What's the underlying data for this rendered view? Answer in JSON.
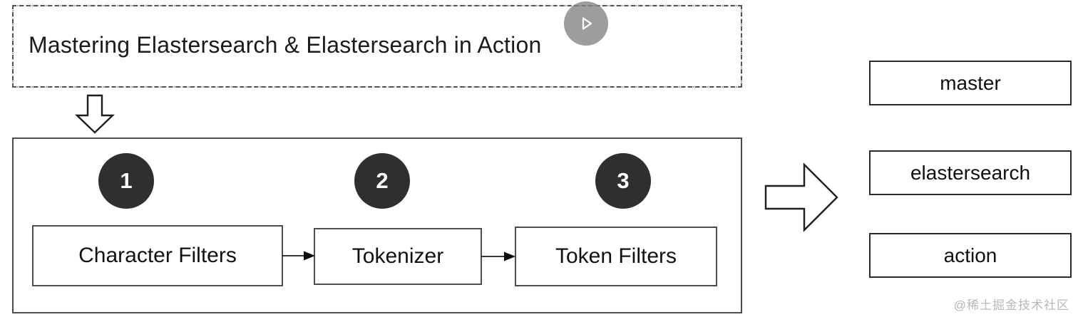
{
  "input": {
    "title": "Mastering Elastersearch & Elastersearch in Action",
    "play_icon": "play-circle-icon"
  },
  "flow": {
    "down_arrow_icon": "arrow-down-block-icon",
    "forward_arrow_icon": "arrow-right-block-icon",
    "connector_icon": "arrow-right-line-icon"
  },
  "analyzer": {
    "steps": [
      {
        "number": "1",
        "label": "Character Filters"
      },
      {
        "number": "2",
        "label": "Tokenizer"
      },
      {
        "number": "3",
        "label": "Token Filters"
      }
    ]
  },
  "output": {
    "tokens": [
      {
        "label": "master"
      },
      {
        "label": "elastersearch"
      },
      {
        "label": "action"
      }
    ]
  },
  "watermark": {
    "text": "@稀土掘金技术社区"
  },
  "colors": {
    "circle_fill": "#2f2f2f",
    "box_border": "#4d4d4d",
    "token_border": "#2a2a2a",
    "text": "#111111",
    "play_overlay": "#828282",
    "watermark": "#b9b9b9"
  }
}
